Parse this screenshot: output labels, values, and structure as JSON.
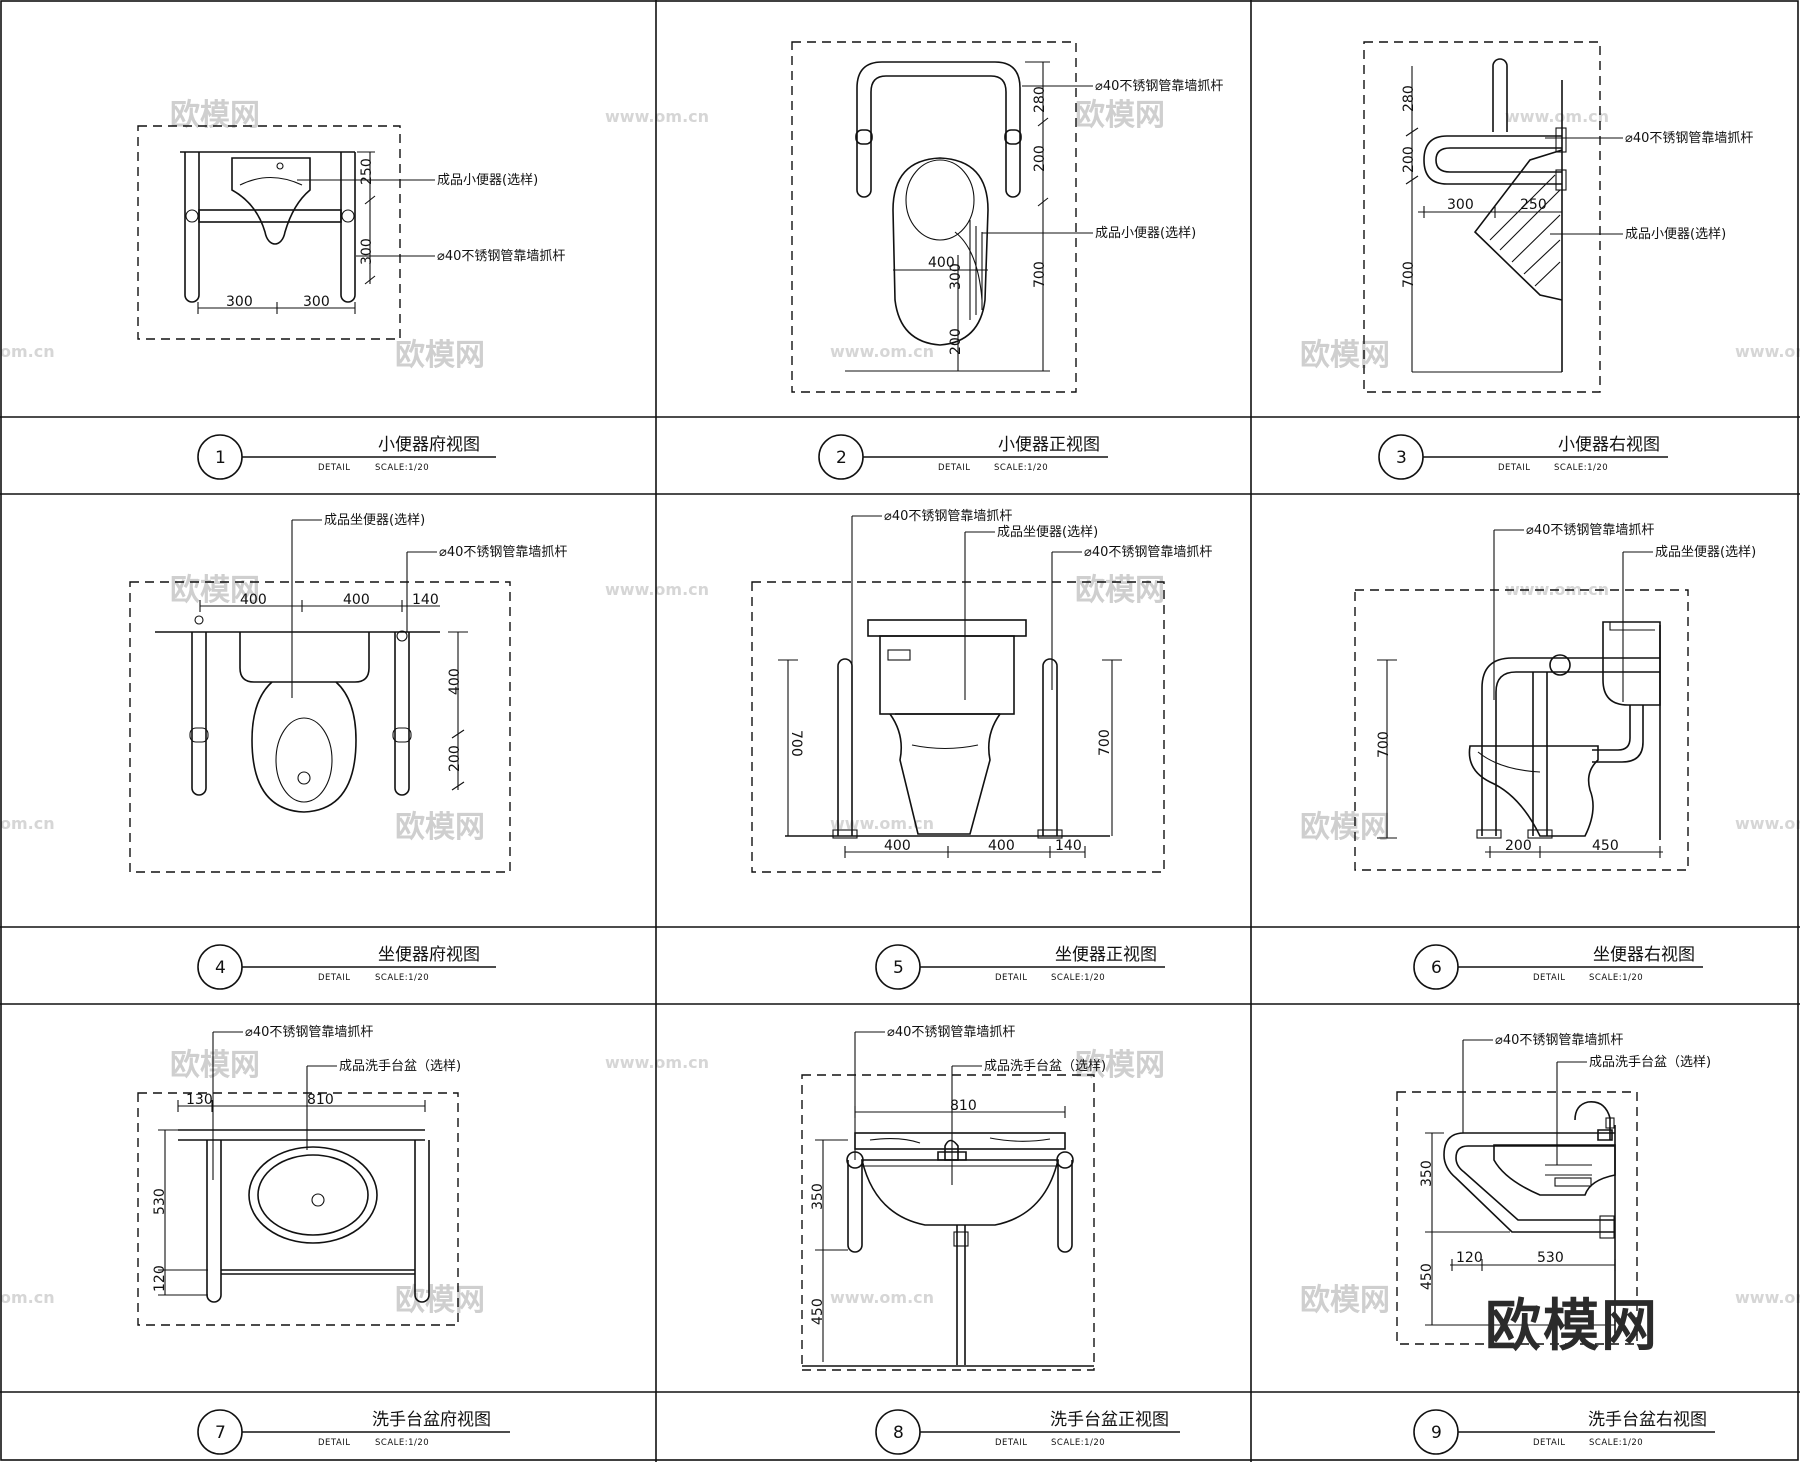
{
  "panels": [
    {
      "num": "1",
      "title": "小便器府视图",
      "detail": "DETAIL",
      "scale": "SCALE:1/20",
      "callouts": [
        "成品小便器(选样)",
        "⌀40不锈钢管靠墙抓杆"
      ],
      "dims": [
        "250",
        "300",
        "300",
        "300"
      ]
    },
    {
      "num": "2",
      "title": "小便器正视图",
      "detail": "DETAIL",
      "scale": "SCALE:1/20",
      "callouts": [
        "⌀40不锈钢管靠墙抓杆",
        "成品小便器(选样)"
      ],
      "dims": [
        "280",
        "200",
        "700",
        "400",
        "300",
        "200"
      ]
    },
    {
      "num": "3",
      "title": "小便器右视图",
      "detail": "DETAIL",
      "scale": "SCALE:1/20",
      "callouts": [
        "⌀40不锈钢管靠墙抓杆",
        "成品小便器(选样)"
      ],
      "dims": [
        "280",
        "200",
        "300",
        "250",
        "700"
      ]
    },
    {
      "num": "4",
      "title": "坐便器府视图",
      "detail": "DETAIL",
      "scale": "SCALE:1/20",
      "callouts": [
        "成品坐便器(选样)",
        "⌀40不锈钢管靠墙抓杆"
      ],
      "dims": [
        "400",
        "400",
        "140",
        "400",
        "200"
      ]
    },
    {
      "num": "5",
      "title": "坐便器正视图",
      "detail": "DETAIL",
      "scale": "SCALE:1/20",
      "callouts": [
        "⌀40不锈钢管靠墙抓杆",
        "成品坐便器(选样)",
        "⌀40不锈钢管靠墙抓杆"
      ],
      "dims": [
        "700",
        "700",
        "400",
        "400",
        "140"
      ]
    },
    {
      "num": "6",
      "title": "坐便器右视图",
      "detail": "DETAIL",
      "scale": "SCALE:1/20",
      "callouts": [
        "⌀40不锈钢管靠墙抓杆",
        "成品坐便器(选样)"
      ],
      "dims": [
        "700",
        "200",
        "450"
      ]
    },
    {
      "num": "7",
      "title": "洗手台盆府视图",
      "detail": "DETAIL",
      "scale": "SCALE:1/20",
      "callouts": [
        "⌀40不锈钢管靠墙抓杆",
        "成品洗手台盆（选样)"
      ],
      "dims": [
        "130",
        "810",
        "530",
        "120"
      ]
    },
    {
      "num": "8",
      "title": "洗手台盆正视图",
      "detail": "DETAIL",
      "scale": "SCALE:1/20",
      "callouts": [
        "⌀40不锈钢管靠墙抓杆",
        "成品洗手台盆（选样)"
      ],
      "dims": [
        "810",
        "350",
        "450"
      ]
    },
    {
      "num": "9",
      "title": "洗手台盆右视图",
      "detail": "DETAIL",
      "scale": "SCALE:1/20",
      "callouts": [
        "⌀40不锈钢管靠墙抓杆",
        "成品洗手台盆（选样)"
      ],
      "dims": [
        "350",
        "120",
        "530",
        "450"
      ]
    }
  ],
  "watermark": {
    "cn": "欧模网",
    "url": "www.om.cn",
    "url_short": "om.cn"
  },
  "logo": "欧模网"
}
